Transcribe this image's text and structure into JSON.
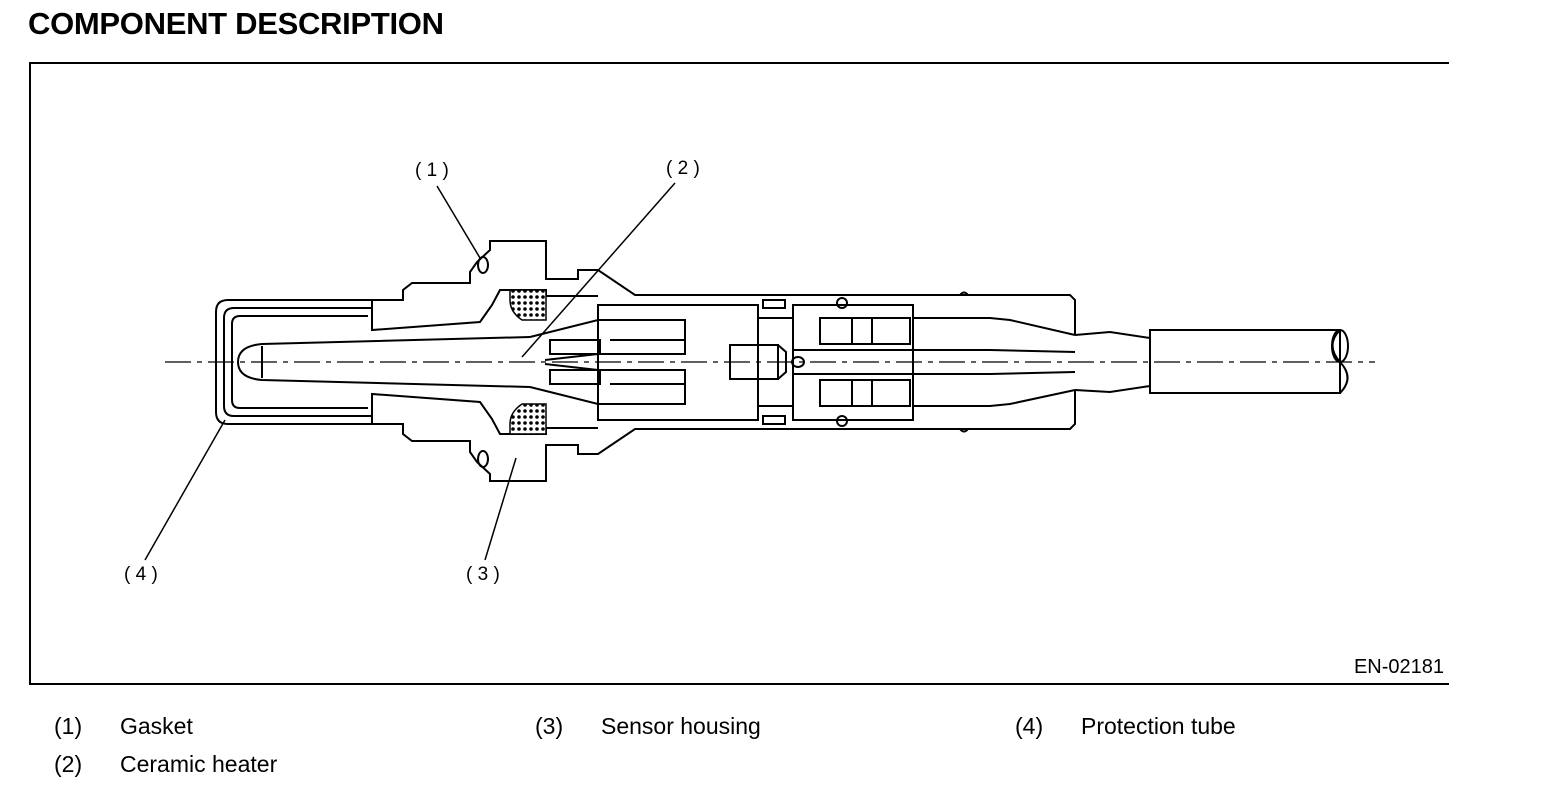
{
  "title": "COMPONENT DESCRIPTION",
  "figure_id": "EN-02181",
  "callouts": [
    "( 1 )",
    "( 2 )",
    "( 3 )",
    "( 4 )"
  ],
  "legend": [
    {
      "num": "(1)",
      "text": "Gasket"
    },
    {
      "num": "(2)",
      "text": "Ceramic heater"
    },
    {
      "num": "(3)",
      "text": "Sensor housing"
    },
    {
      "num": "(4)",
      "text": "Protection tube"
    }
  ]
}
